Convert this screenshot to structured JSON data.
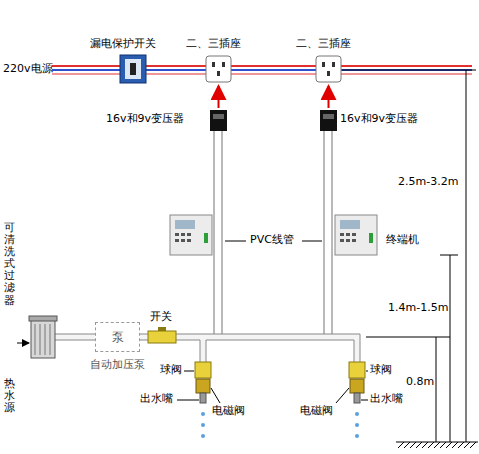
{
  "diagram": {
    "nodes": [
      {
        "text": [
          "泵",
          "自动加压泵"
        ]
      }
    ],
    "labels": [
      "220v电源",
      "漏电保护开关",
      "二、三插座",
      "二、三插座",
      "16v和9v变压器",
      "16v和9v变压器",
      "终端机",
      "PVC线管",
      "可清洗式过滤器",
      "热水源",
      "开关",
      "球阀",
      "出水嘴",
      "电磁阀",
      "电磁阀",
      "球阀",
      "出水嘴",
      "2.5m-3.2m",
      "1.4m-1.5m",
      "0.8m"
    ]
  }
}
